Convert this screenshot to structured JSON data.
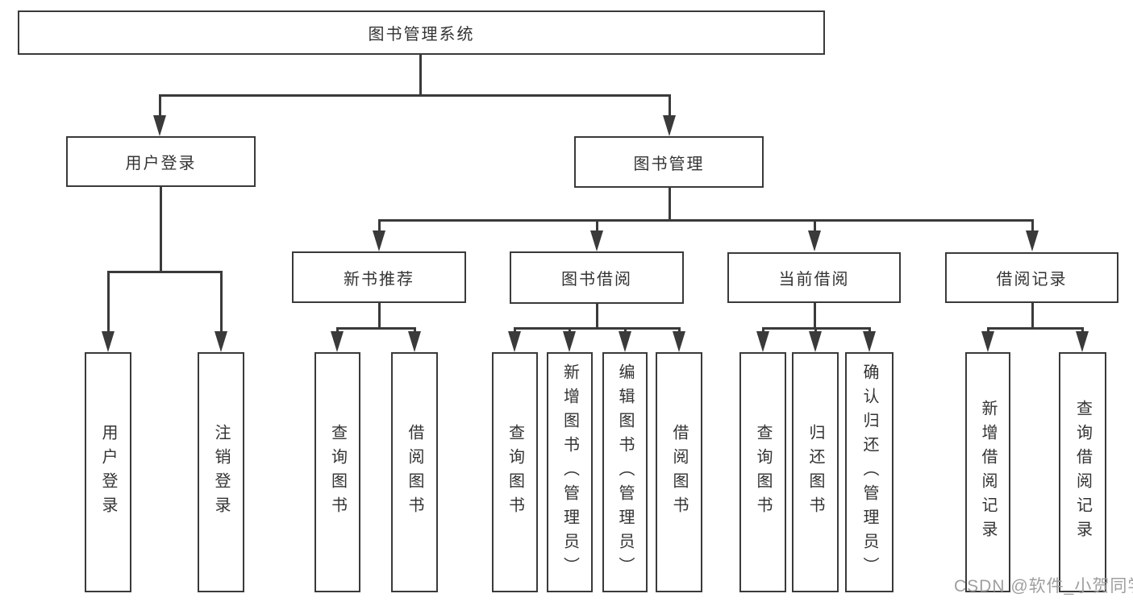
{
  "diagram": {
    "root": "图书管理系统",
    "level2": {
      "user_login": "用户登录",
      "book_mgmt": "图书管理"
    },
    "level3": {
      "new_books": "新书推荐",
      "book_borrow": "图书借阅",
      "current_borrow": "当前借阅",
      "borrow_records": "借阅记录"
    },
    "leaves": {
      "user_login": [
        "用户登录",
        "注销登录"
      ],
      "new_books": [
        "查询图书",
        "借阅图书"
      ],
      "book_borrow": [
        "查询图书",
        "新增图书（管理员）",
        "编辑图书（管理员）",
        "借阅图书"
      ],
      "current_borrow": [
        "查询图书",
        "归还图书",
        "确认归还（管理员）"
      ],
      "borrow_records": [
        "新增借阅记录",
        "查询借阅记录"
      ]
    }
  },
  "watermark": "CSDN @软件_小贺同学",
  "colors": {
    "line": "#3a3a3a",
    "text": "#333333",
    "watermark": "#a09e9e",
    "background": "#ffffff"
  }
}
